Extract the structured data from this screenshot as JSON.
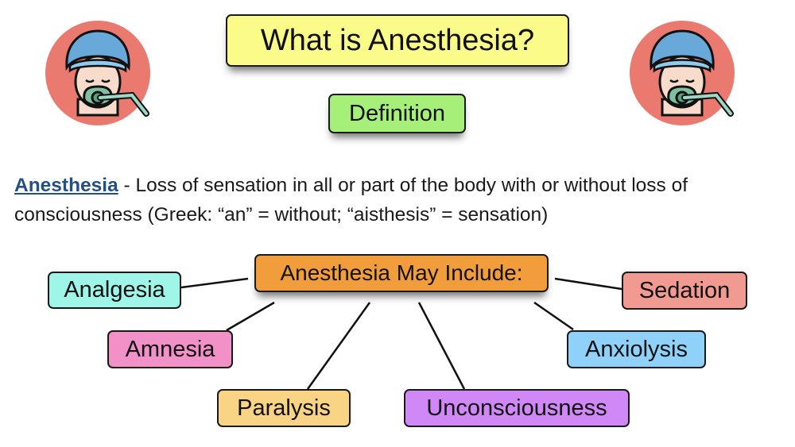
{
  "title": "What is Anesthesia?",
  "section_label": "Definition",
  "definition": {
    "term": "Anesthesia",
    "text_line1": " - Loss of sensation in all or part of the body with or without loss of",
    "text_line2": "consciousness (Greek: “an” = without; “aisthesis” = sensation)"
  },
  "icons": {
    "left": "patient-with-anesthesia-mask-icon",
    "right": "patient-with-anesthesia-mask-icon"
  },
  "diagram": {
    "center": "Anesthesia May Include:",
    "nodes": [
      {
        "label": "Analgesia",
        "color": "#9ef5e8"
      },
      {
        "label": "Amnesia",
        "color": "#f290c8"
      },
      {
        "label": "Paralysis",
        "color": "#f9d484"
      },
      {
        "label": "Unconsciousness",
        "color": "#cf88f5"
      },
      {
        "label": "Anxiolysis",
        "color": "#8fd1f9"
      },
      {
        "label": "Sedation",
        "color": "#f09a92"
      }
    ]
  },
  "colors": {
    "title_bg": "#fbfb8a",
    "definition_bg": "#a6f07a",
    "center_bg": "#f29d3c",
    "term_color": "#244f83",
    "icon_circle": "#ea7a70"
  }
}
